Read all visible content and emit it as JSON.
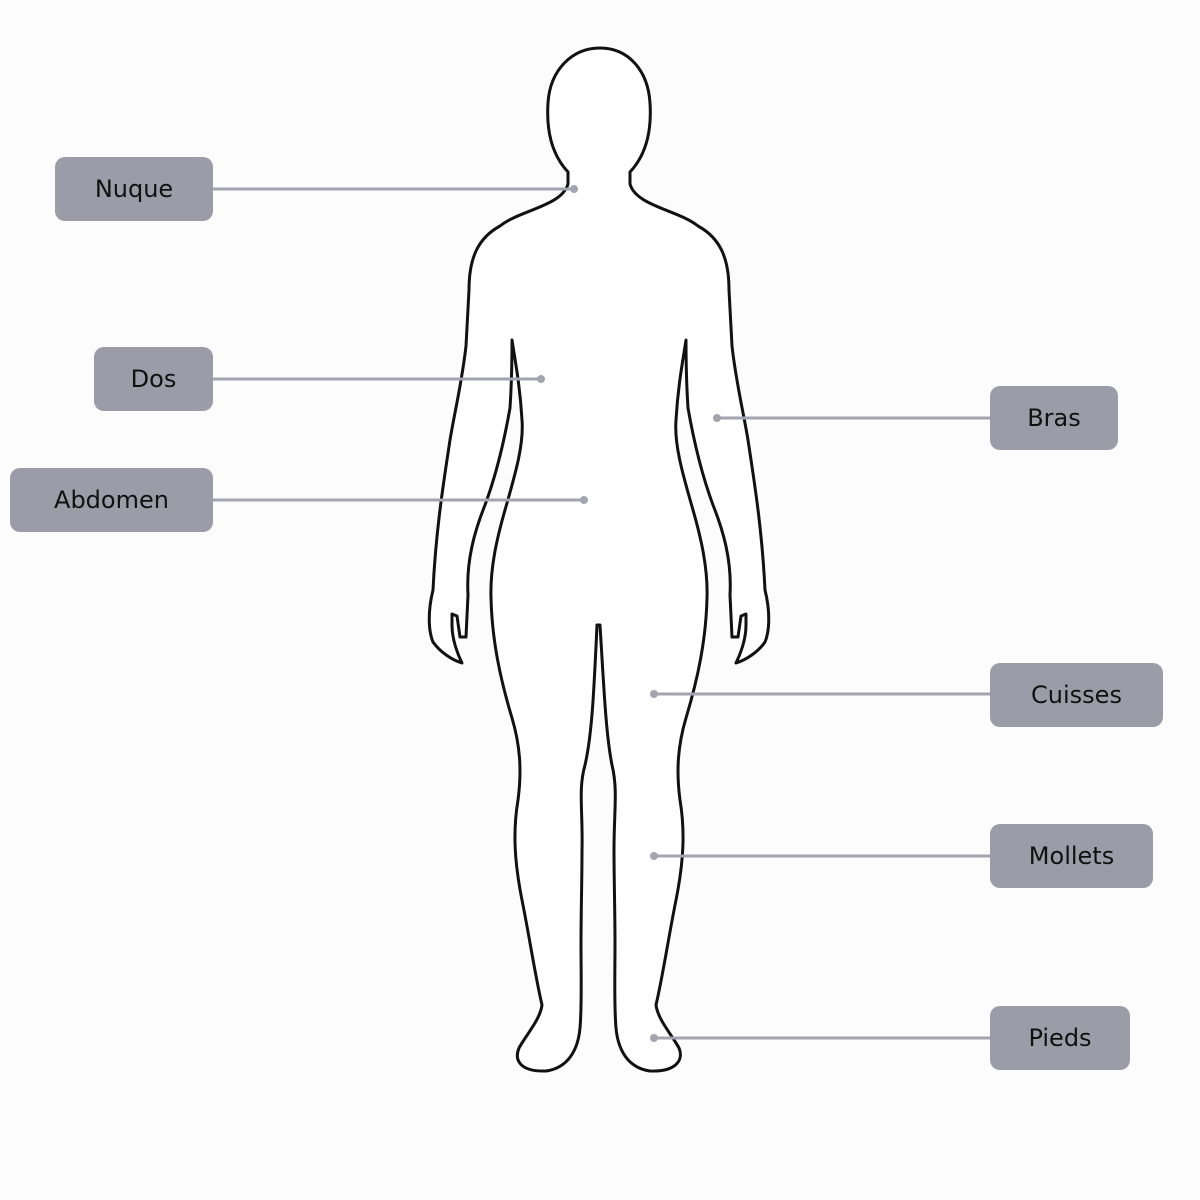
{
  "labels": {
    "nuque": "Nuque",
    "dos": "Dos",
    "abdomen": "Abdomen",
    "bras": "Bras",
    "cuisses": "Cuisses",
    "mollets": "Mollets",
    "pieds": "Pieds"
  },
  "colors": {
    "background": "#fcfcfc",
    "label_fill": "#9b9ca7",
    "leader_line": "#a3a4b0",
    "outline": "#111111"
  }
}
